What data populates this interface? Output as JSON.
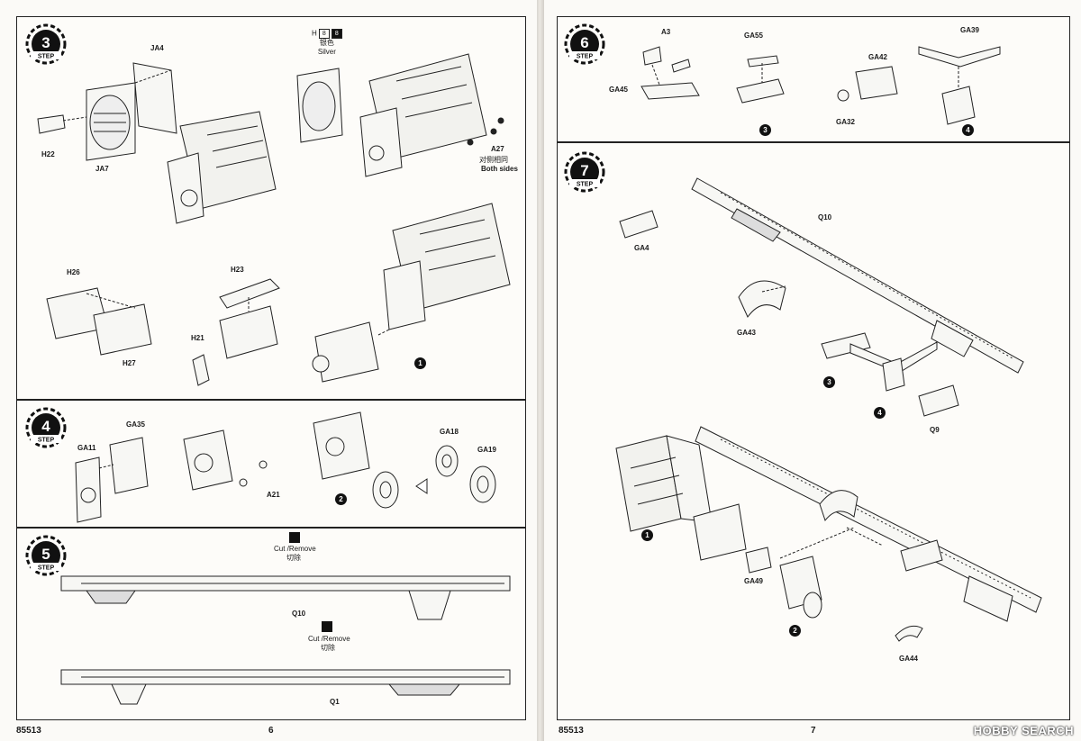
{
  "left_page": {
    "page_number": "6",
    "product_code": "85513",
    "step3": {
      "step_word": "STEP",
      "step_no": "3",
      "parts": {
        "JA4": "JA4",
        "H22": "H22",
        "JA7": "JA7",
        "A27": "A27",
        "H26": "H26",
        "H27": "H27",
        "H23": "H23",
        "H21": "H21"
      },
      "paint": {
        "letter": "H",
        "chip1": "8",
        "chip2": "8",
        "cn": "银色",
        "en": "Silver"
      },
      "both_sides_cn": "对侧相同",
      "both_sides_en": "Both sides",
      "subassembly": "1"
    },
    "step4": {
      "step_word": "STEP",
      "step_no": "4",
      "parts": {
        "GA35": "GA35",
        "GA11": "GA11",
        "A21": "A21",
        "GA18": "GA18",
        "GA19": "GA19"
      },
      "subassembly": "2"
    },
    "step5": {
      "step_word": "STEP",
      "step_no": "5",
      "cut_en": "Cut /Remove",
      "cut_cn": "切除",
      "parts": {
        "Q10": "Q10",
        "Q1": "Q1"
      }
    }
  },
  "right_page": {
    "page_number": "7",
    "product_code": "85513",
    "step6": {
      "step_word": "STEP",
      "step_no": "6",
      "parts": {
        "A3": "A3",
        "GA45": "GA45",
        "GA55": "GA55",
        "GA42": "GA42",
        "GA32": "GA32",
        "GA39": "GA39"
      },
      "sub3": "3",
      "sub4": "4"
    },
    "step7": {
      "step_word": "STEP",
      "step_no": "7",
      "parts": {
        "Q10": "Q10",
        "GA4": "GA4",
        "GA43": "GA43",
        "Q9": "Q9",
        "GA49": "GA49",
        "GA44": "GA44"
      },
      "sub1": "1",
      "sub2": "2",
      "sub3": "3",
      "sub4": "4"
    },
    "watermark": "HOBBY SEARCH"
  }
}
